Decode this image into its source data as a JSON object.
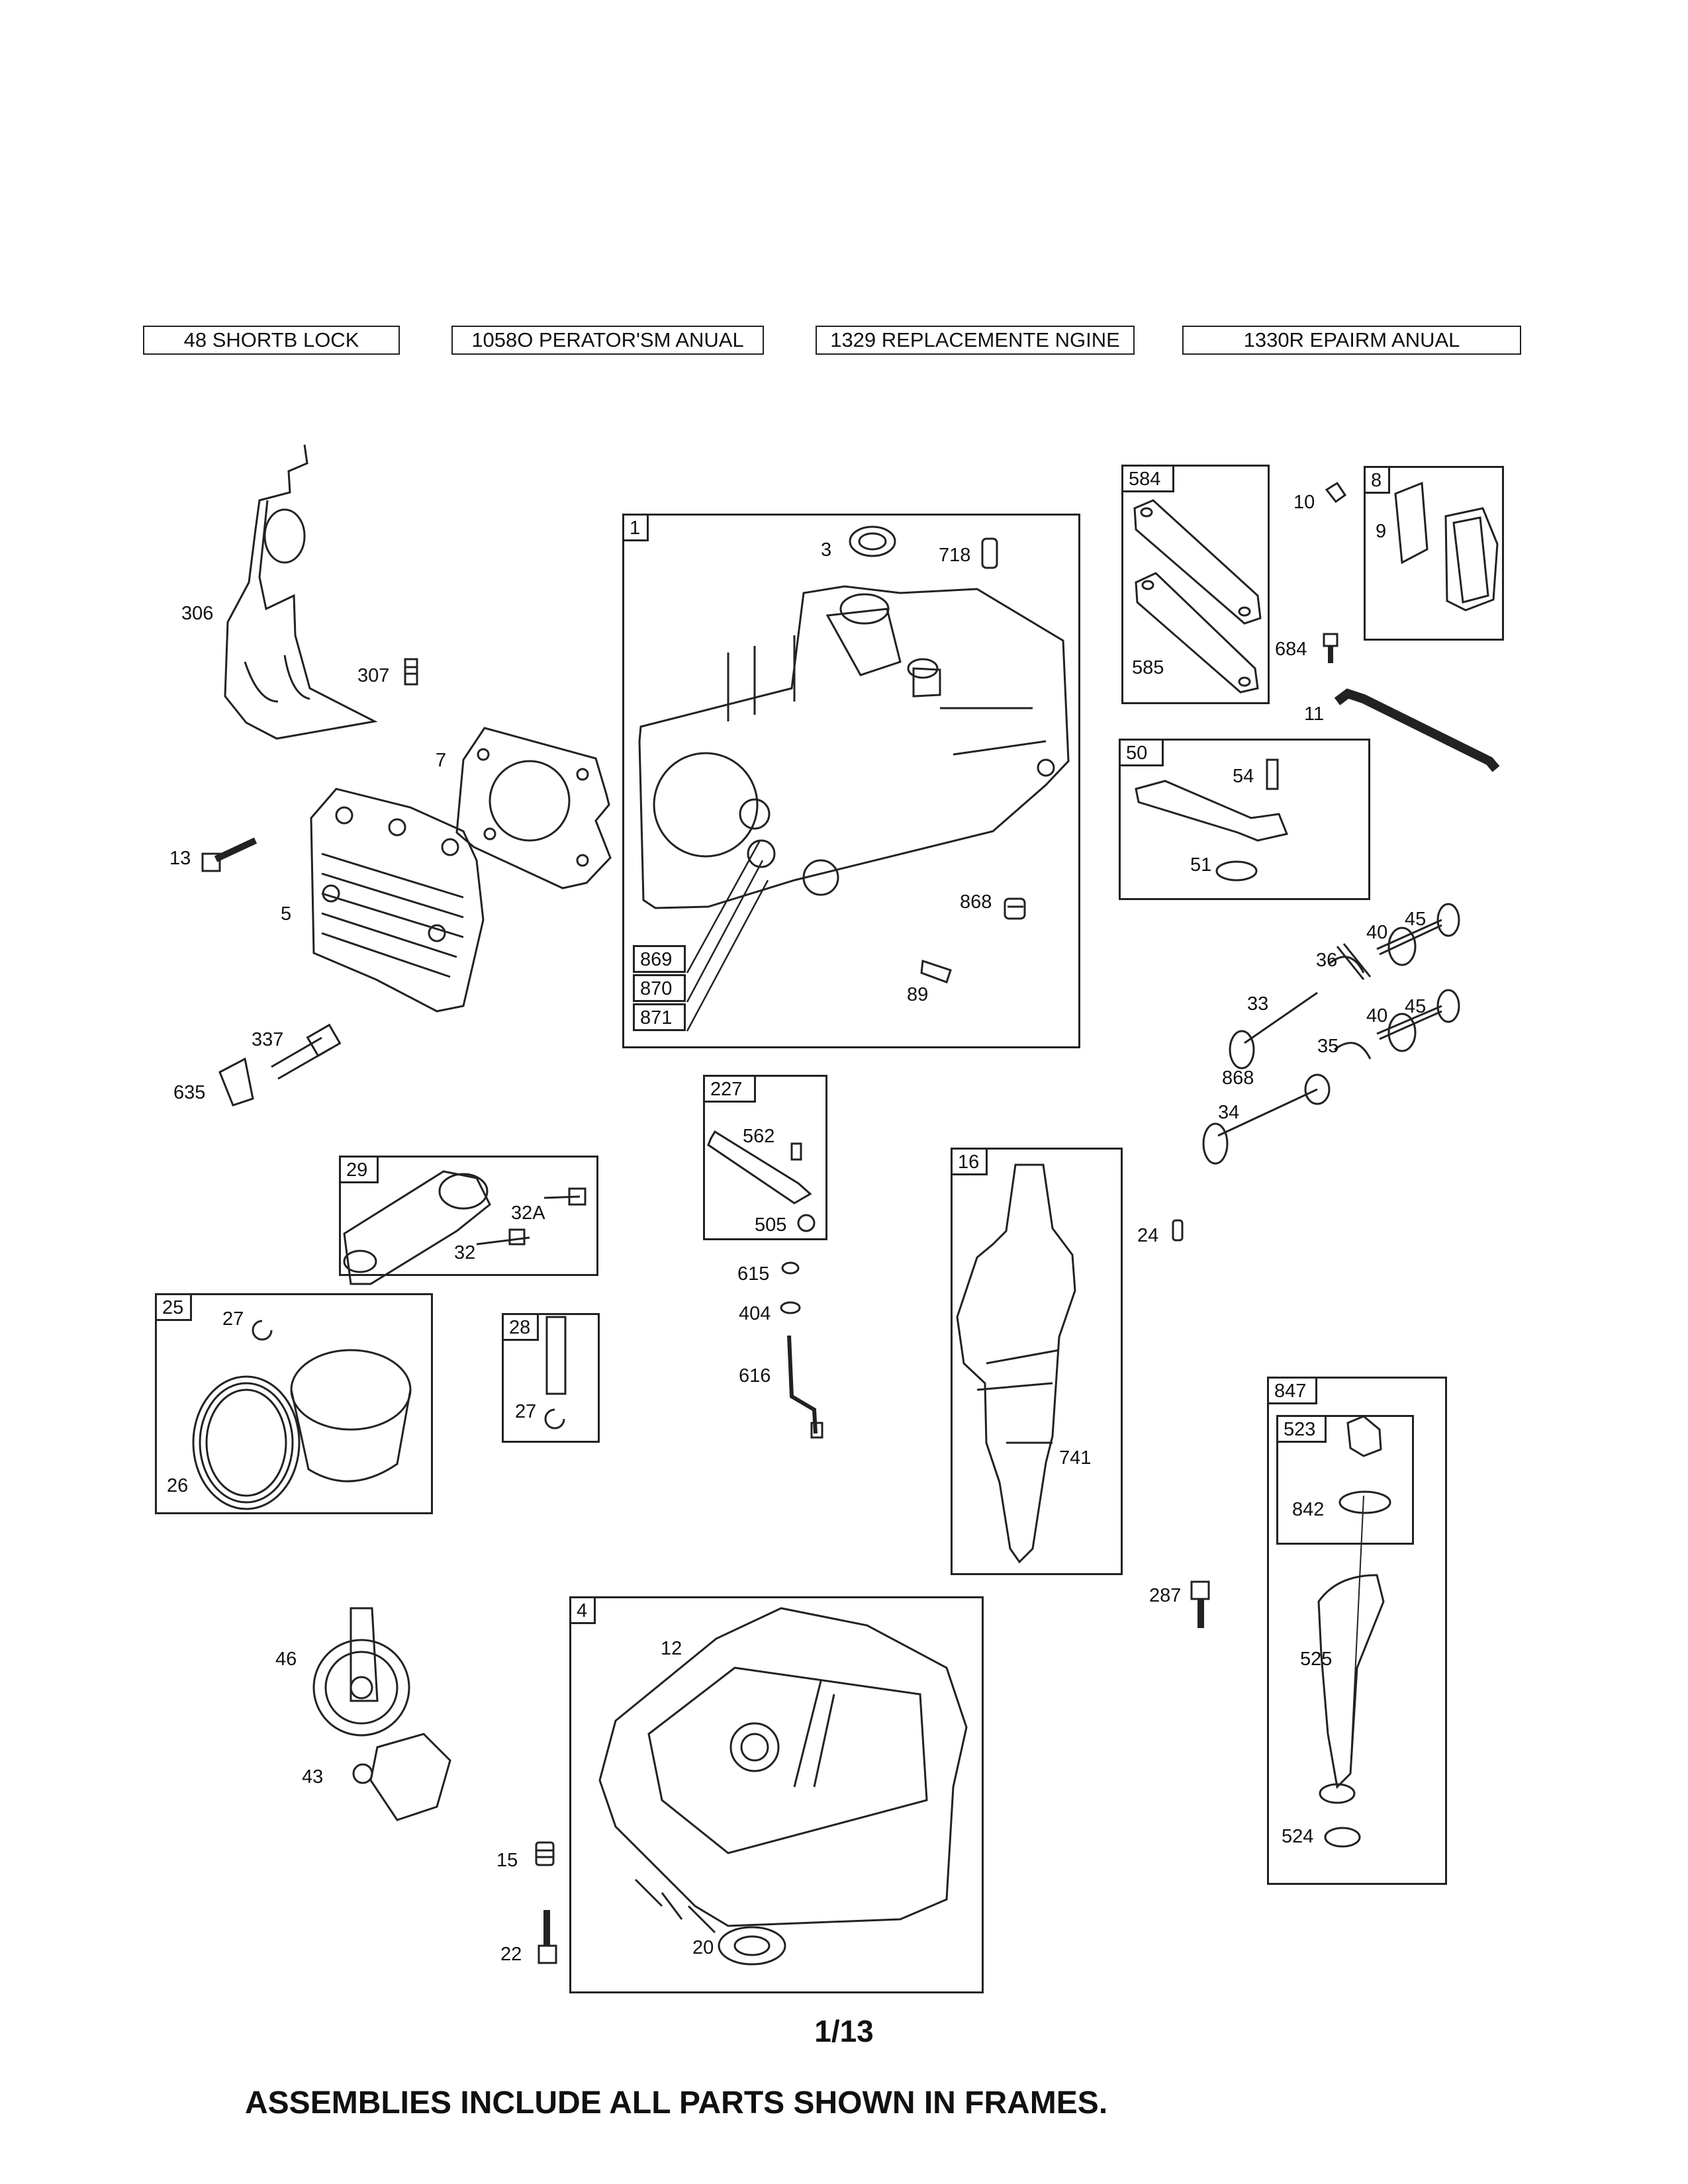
{
  "header_boxes": [
    "48 SHORTB LOCK",
    "1058O PERATOR'SM ANUAL",
    "1329 REPLACEMENTE NGINE",
    "1330R EPAIRM ANUAL"
  ],
  "frames": {
    "f1": "1",
    "f584": "584",
    "f8": "8",
    "f50": "50",
    "f227": "227",
    "f29": "29",
    "f16": "16",
    "f25": "25",
    "f28": "28",
    "f847": "847",
    "f523": "523",
    "f4": "4",
    "f869": "869",
    "f870": "870",
    "f871": "871"
  },
  "part_labels": {
    "p306": "306",
    "p307": "307",
    "p7": "7",
    "p13": "13",
    "p5": "5",
    "p337": "337",
    "p635": "635",
    "p3": "3",
    "p718": "718",
    "p868a": "868",
    "p89": "89",
    "p585": "585",
    "p684": "684",
    "p10": "10",
    "p9": "9",
    "p11": "11",
    "p54": "54",
    "p51": "51",
    "p45a": "45",
    "p40a": "40",
    "p36": "36",
    "p33": "33",
    "p45b": "45",
    "p40b": "40",
    "p35": "35",
    "p868b": "868",
    "p34": "34",
    "p562": "562",
    "p505": "505",
    "p615": "615",
    "p404": "404",
    "p616": "616",
    "p32A": "32A",
    "p32": "32",
    "p27a": "27",
    "p26": "26",
    "p27b": "27",
    "p24": "24",
    "p741": "741",
    "p842": "842",
    "p287": "287",
    "p525": "525",
    "p524": "524",
    "p46": "46",
    "p43": "43",
    "p12": "12",
    "p15": "15",
    "p22": "22",
    "p20": "20"
  },
  "page_number": "1/13",
  "footer": "ASSEMBLIES INCLUDE ALL PARTS SHOWN IN FRAMES."
}
